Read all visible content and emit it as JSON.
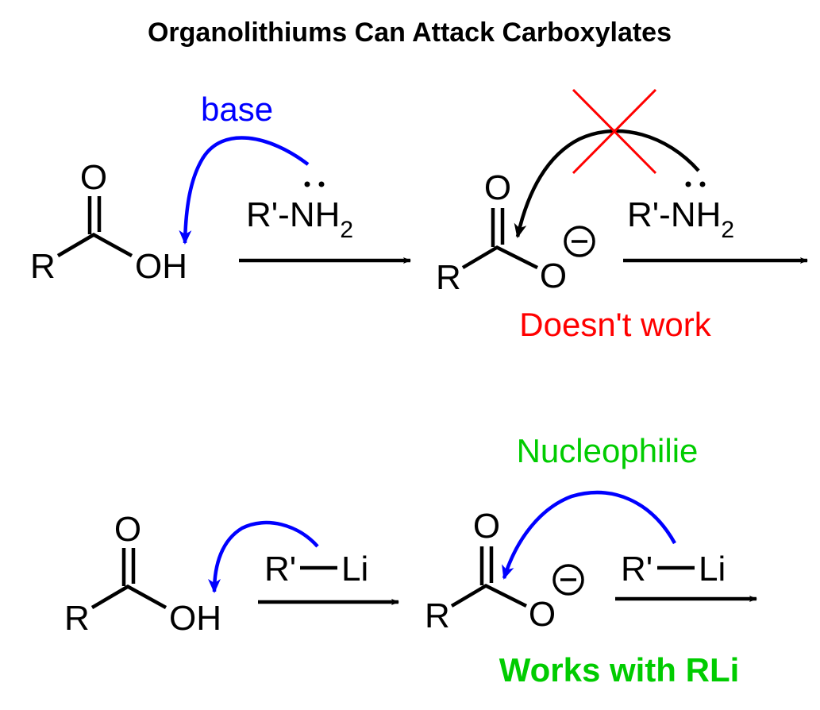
{
  "title": "Organolithiums Can Attack Carboxylates",
  "colors": {
    "blue": "#0000ff",
    "red": "#ff0000",
    "green": "#00cc00",
    "black": "#000000"
  },
  "top_row": {
    "acid": {
      "r": "R",
      "o": "O",
      "oh": "OH"
    },
    "base_label": "base",
    "reagent": {
      "main": "R'-NH",
      "sub": "2"
    },
    "carboxylate": {
      "r": "R",
      "o_top": "O",
      "o_minus": "O"
    },
    "reagent2": {
      "main": "R'-NH",
      "sub": "2"
    },
    "result_label": "Doesn't work"
  },
  "bottom_row": {
    "acid": {
      "r": "R",
      "o": "O",
      "oh": "OH"
    },
    "reagent": {
      "r": "R'",
      "li": "Li"
    },
    "nucleophile_label": "Nucleophilie",
    "carboxylate": {
      "r": "R",
      "o_top": "O",
      "o_minus": "O"
    },
    "reagent2": {
      "r": "R'",
      "li": "Li"
    },
    "result_label": "Works with RLi"
  }
}
